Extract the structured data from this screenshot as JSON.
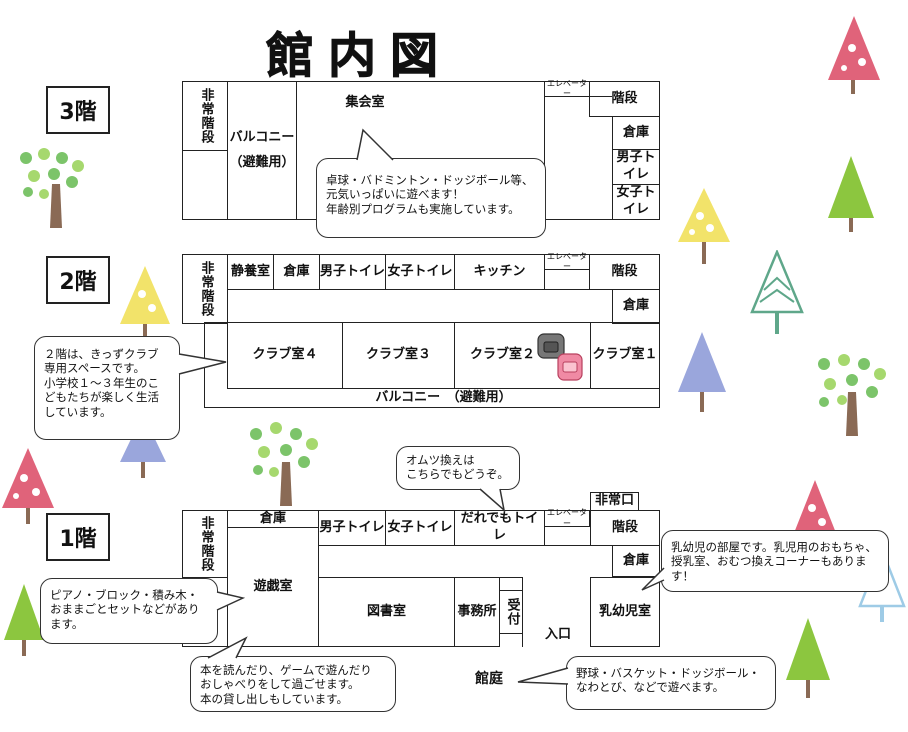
{
  "title": "館内図",
  "floors": {
    "f3": {
      "label": "3階",
      "emergency_stairs": "非常階段",
      "balcony": "バルコニー",
      "balcony_note": "（避難用）",
      "hall": "集会室",
      "elevator": "エレベーター",
      "stairs": "階段",
      "storage": "倉庫",
      "mens_toilet": "男子トイレ",
      "womens_toilet": "女子トイレ",
      "bubble": [
        "卓球・バドミントン・ドッジボール等、",
        "元気いっぱいに遊べます！",
        "年齢別プログラムも実施しています。"
      ]
    },
    "f2": {
      "label": "2階",
      "emergency_stairs": "非常階段",
      "quiet_room": "静養室",
      "storage": "倉庫",
      "mens_toilet": "男子トイレ",
      "womens_toilet": "女子トイレ",
      "kitchen": "キッチン",
      "elevator": "エレベーター",
      "stairs": "階段",
      "storage2": "倉庫",
      "club4": "クラブ室４",
      "club3": "クラブ室３",
      "club2": "クラブ室２",
      "club1": "クラブ室１",
      "balcony": "バルコニー　（避難用）",
      "bubble": [
        "２階は、きっずクラブ",
        "専用スペースです。",
        "小学校１～３年生のこ",
        "どもたちが楽しく生活",
        "しています。"
      ]
    },
    "f1": {
      "label": "1階",
      "emergency_stairs": "非常階段",
      "storage": "倉庫",
      "mens_toilet": "男子トイレ",
      "womens_toilet": "女子トイレ",
      "anyone_toilet": "だれでもトイレ",
      "elevator": "エレベーター",
      "emergency_exit": "非常口",
      "stairs": "階段",
      "storage2": "倉庫",
      "playroom": "遊戯室",
      "library": "図書室",
      "office": "事務所",
      "reception": "受付",
      "entrance": "入口",
      "infant_room": "乳幼児室",
      "courtyard": "館庭",
      "bubble_diaper": [
        "オムツ換えは",
        "こちらでもどうぞ。"
      ],
      "bubble_infant": [
        "乳幼児の部屋です。乳児用のおもちゃ、",
        "授乳室、おむつ換えコーナーもありま",
        "す！"
      ],
      "bubble_play": [
        "ピアノ・ブロック・積み木・",
        "おままごとセットなどがあり",
        "ます。"
      ],
      "bubble_library": [
        "本を読んだり、ゲームで遊んだり",
        "おしゃべりをして過ごせます。",
        "本の貸し出しもしています。"
      ],
      "bubble_courtyard": [
        "野球・バスケット・ドッジボール・",
        "なわとび、などで遊べます。"
      ]
    }
  },
  "colors": {
    "tree_red": "#e0637a",
    "tree_yellow": "#f2e36a",
    "tree_green": "#8cc63f",
    "tree_blue": "#9aa6dc",
    "tree_teal": "#5fa78a",
    "leaf_green": "#7cc46a",
    "trunk": "#8a6a55"
  }
}
